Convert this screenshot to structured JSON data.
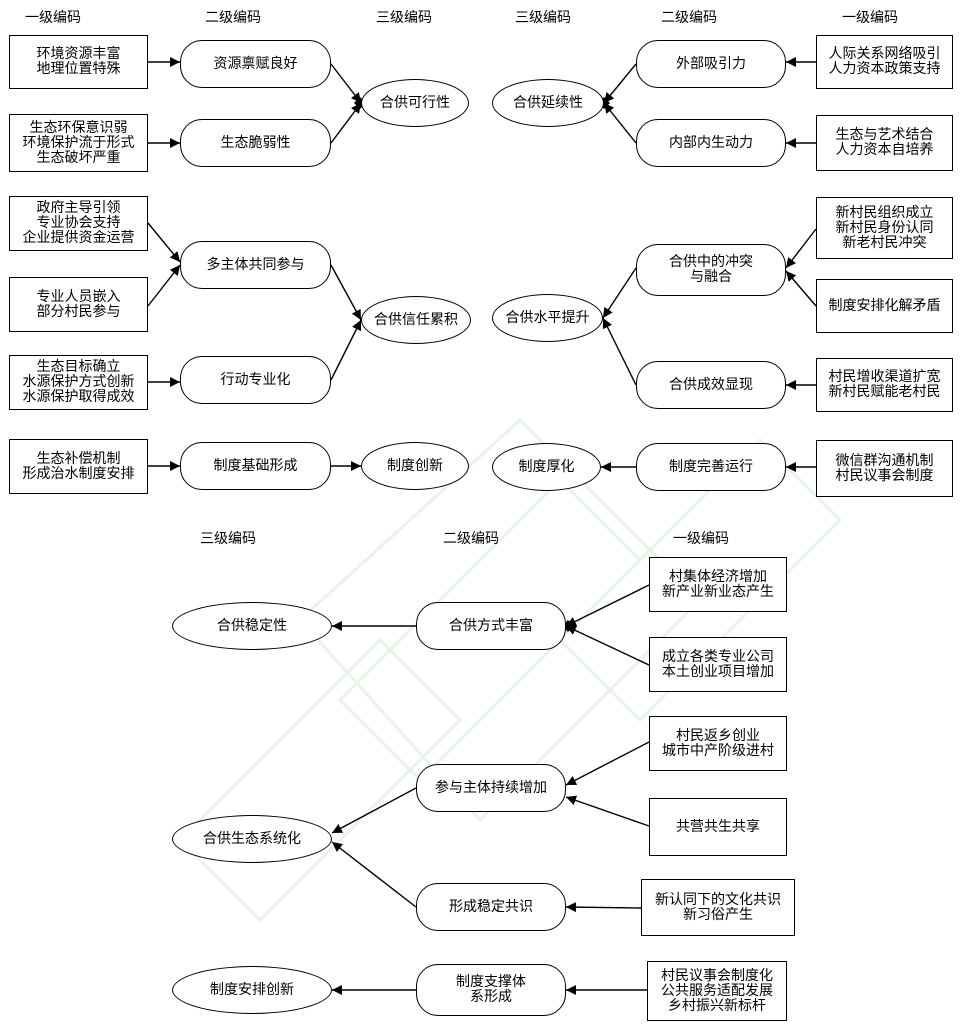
{
  "headers": {
    "h1": "一级编码",
    "h2": "二级编码",
    "h3": "三级编码",
    "h4": "三级编码",
    "h5": "二级编码",
    "h6": "一级编码",
    "b1": "三级编码",
    "b2": "二级编码",
    "b3": "一级编码"
  },
  "left_panel": {
    "level1": [
      [
        "环境资源丰富",
        "地理位置特殊"
      ],
      [
        "生态环保意识弱",
        "环境保护流于形式",
        "生态破坏严重"
      ],
      [
        "政府主导引领",
        "专业协会支持",
        "企业提供资金运营"
      ],
      [
        "专业人员嵌入",
        "部分村民参与"
      ],
      [
        "生态目标确立",
        "水源保护方式创新",
        "水源保护取得成效"
      ],
      [
        "生态补偿机制",
        "形成治水制度安排"
      ]
    ],
    "level2": [
      "资源禀赋良好",
      "生态脆弱性",
      "多主体共同参与",
      "行动专业化",
      "制度基础形成"
    ],
    "level3": [
      "合供可行性",
      "合供信任累积",
      "制度创新"
    ]
  },
  "right_panel": {
    "level3": [
      "合供延续性",
      "合供水平提升",
      "制度厚化"
    ],
    "level2": [
      [
        "外部吸引力"
      ],
      [
        "内部内生动力"
      ],
      [
        "合供中的冲突",
        "与融合"
      ],
      [
        "合供成效显现"
      ],
      [
        "制度完善运行"
      ]
    ],
    "level1": [
      [
        "人际关系网络吸引",
        "人力资本政策支持"
      ],
      [
        "生态与艺术结合",
        "人力资本自培养"
      ],
      [
        "新村民组织成立",
        "新村民身份认同",
        "新老村民冲突"
      ],
      [
        "制度安排化解矛盾"
      ],
      [
        "村民增收渠道扩宽",
        "新村民赋能老村民"
      ],
      [
        "微信群沟通机制",
        "村民议事会制度"
      ]
    ]
  },
  "bottom_panel": {
    "level3": [
      "合供稳定性",
      "合供生态系统化",
      "制度安排创新"
    ],
    "level2": [
      [
        "合供方式丰富"
      ],
      [
        "参与主体持续增加"
      ],
      [
        "形成稳定共识"
      ],
      [
        "制度支撑体",
        "系形成"
      ]
    ],
    "level1": [
      [
        "村集体经济增加",
        "新产业新业态产生"
      ],
      [
        "成立各类专业公司",
        "本土创业项目增加"
      ],
      [
        "村民返乡创业",
        "城市中产阶级进村"
      ],
      [
        "共营共生共享"
      ],
      [
        "新认同下的文化共识",
        "新习俗产生"
      ],
      [
        "村民议事会制度化",
        "公共服务适配发展",
        "乡村振兴新标杆"
      ]
    ]
  },
  "colors": {
    "line": "#000000",
    "watermark": "#2e9e3e"
  }
}
